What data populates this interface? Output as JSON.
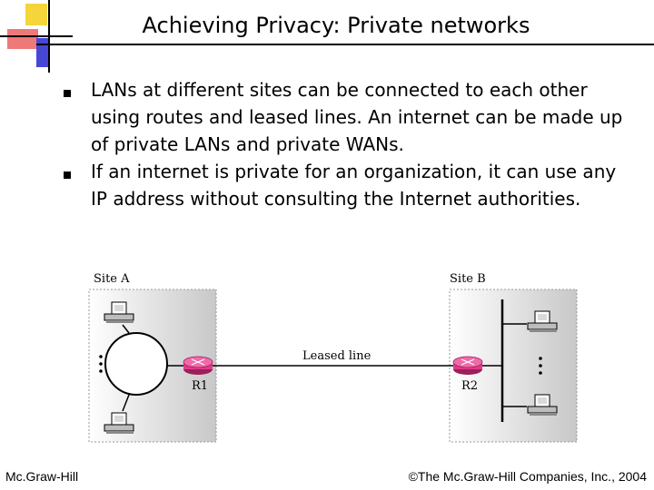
{
  "slide": {
    "title": "Achieving Privacy: Private networks",
    "bullets": [
      "LANs at different sites can be connected to each other using routes and leased lines. An internet can be made up of private LANs and private WANs.",
      "If an internet is private for an organization, it can use any IP address without consulting the Internet authorities."
    ]
  },
  "diagram": {
    "site_a_label": "Site A",
    "site_b_label": "Site B",
    "link_label": "Leased line",
    "router1_label": "R1",
    "router2_label": "R2",
    "site_a_network": "ring",
    "site_b_network": "bus",
    "colors": {
      "router": "#e23a8a",
      "site_shade": "#c8c8c8",
      "computer": "#bdbdbd"
    }
  },
  "footer": {
    "left": "Mc.Graw-Hill",
    "right": "©The Mc.Graw-Hill Companies, Inc., 2004"
  }
}
